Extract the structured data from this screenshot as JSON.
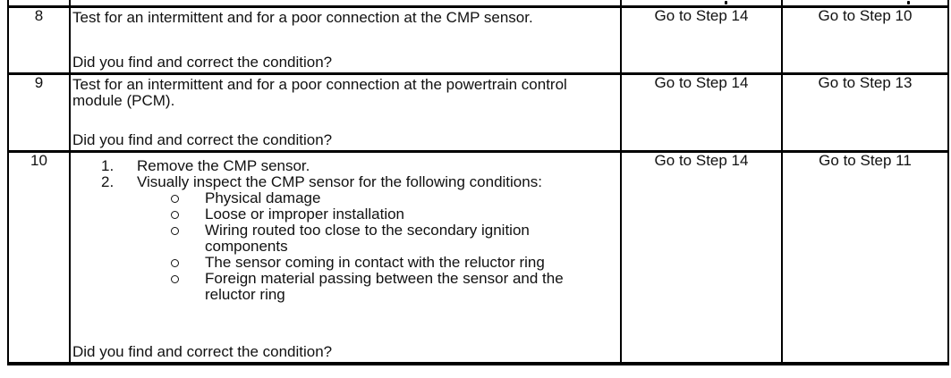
{
  "table": {
    "rows": [
      {
        "step": "8",
        "action": "Test for an intermittent and for a poor connection at the CMP sensor.",
        "question": "Did you find and correct the condition?",
        "yes": "Go to Step 14",
        "no": "Go to Step 10"
      },
      {
        "step": "9",
        "action": "Test for an intermittent and for a poor connection at the powertrain control\nmodule (PCM).",
        "question": "Did you find and correct the condition?",
        "yes": "Go to Step 14",
        "no": "Go to Step 13"
      },
      {
        "step": "10",
        "numbered": [
          {
            "marker": "1.",
            "text": "Remove the CMP sensor."
          },
          {
            "marker": "2.",
            "text": "Visually inspect the CMP sensor for the following conditions:"
          }
        ],
        "bullets": [
          "Physical damage",
          "Loose or improper installation",
          "Wiring routed too close to the secondary ignition\ncomponents",
          "The sensor coming in contact with the reluctor ring",
          "Foreign material passing between the sensor and the\nreluctor ring"
        ],
        "question": "Did you find and correct the condition?",
        "yes": "Go to Step 14",
        "no": "Go to Step 11"
      }
    ]
  }
}
